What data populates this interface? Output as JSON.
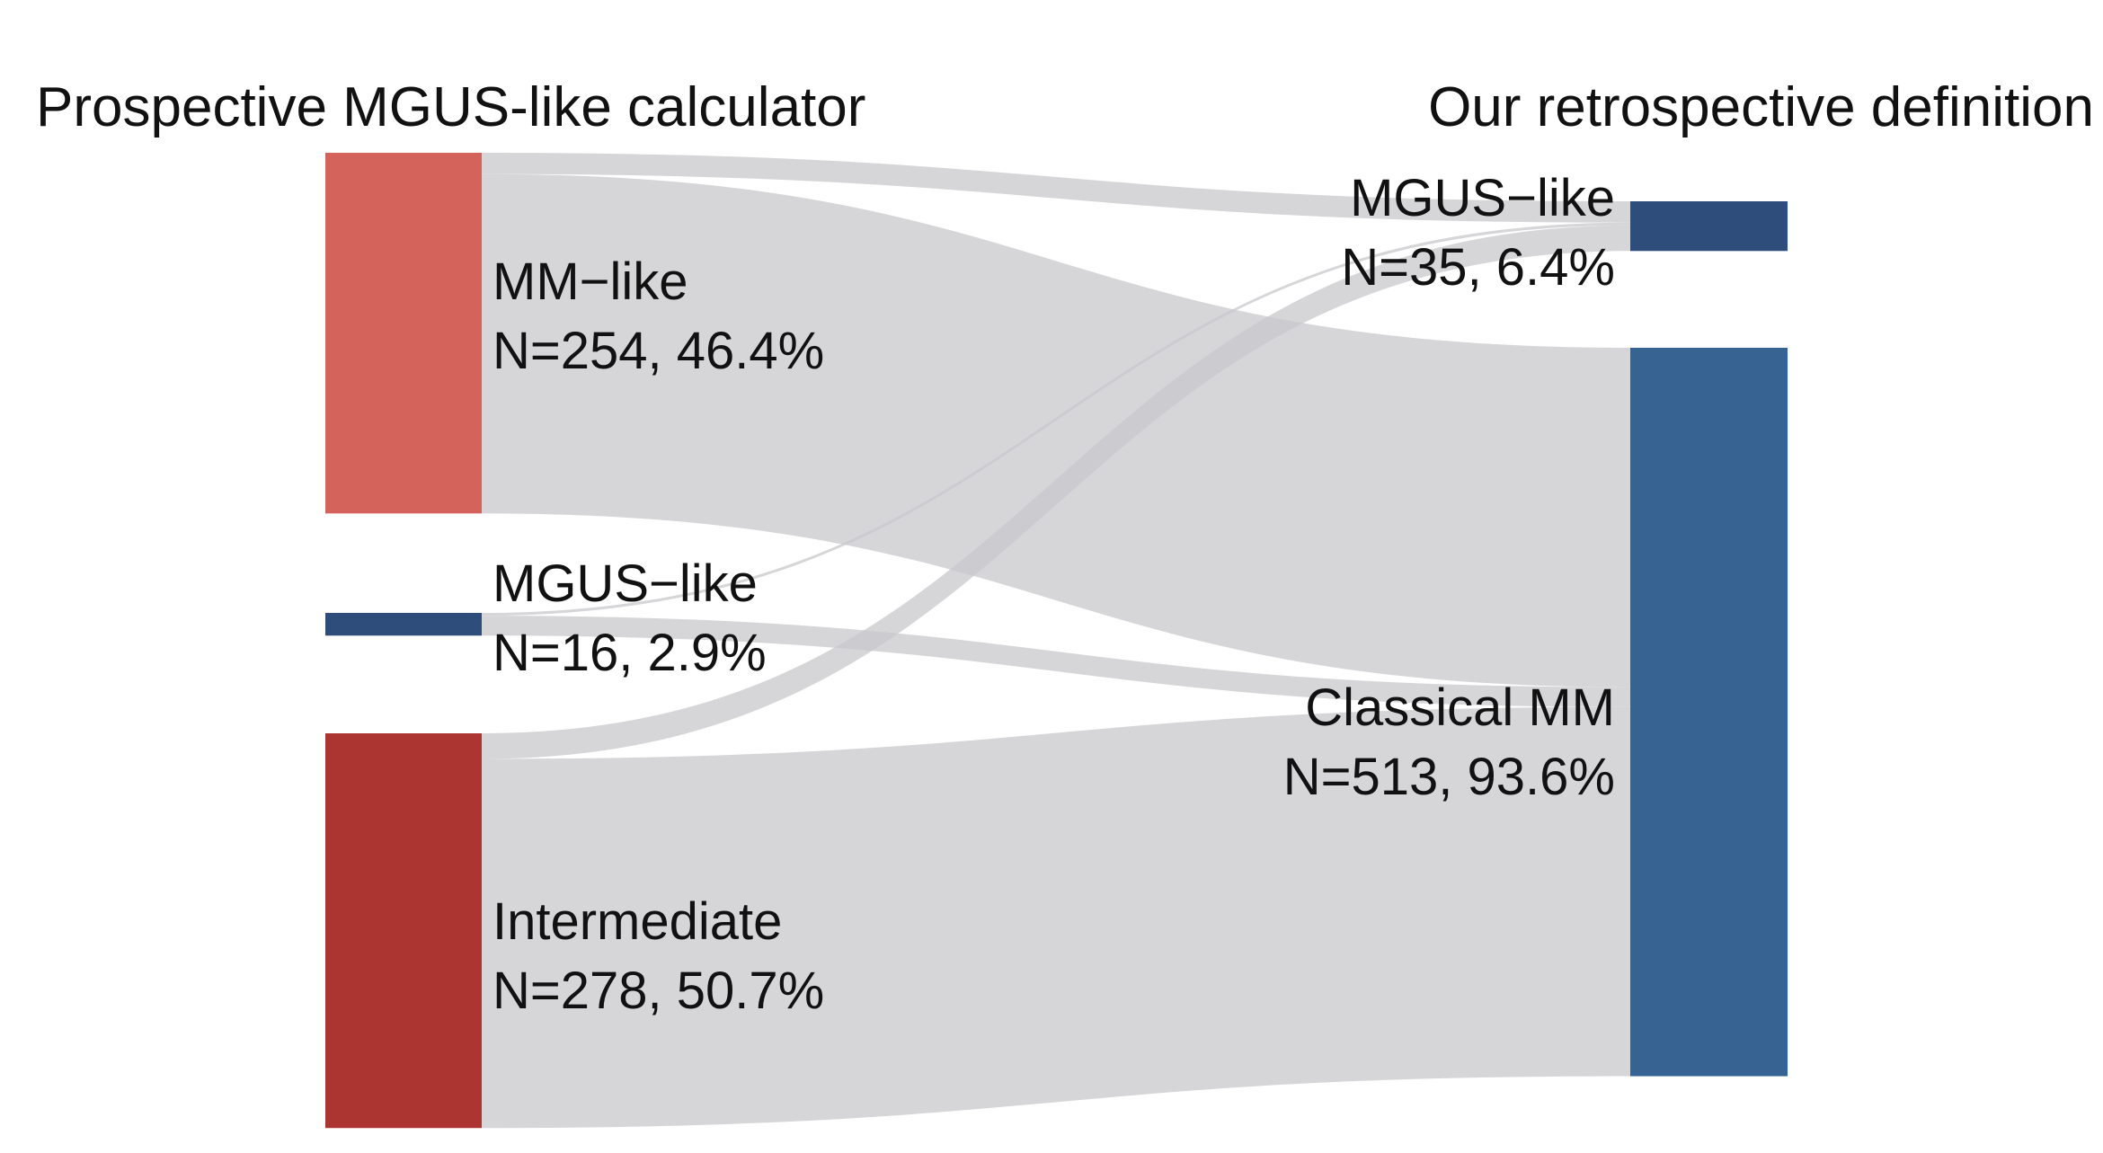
{
  "chart_data": {
    "type": "sankey",
    "left_title": "Prospective MGUS-like calculator",
    "right_title": "Our retrospective definition",
    "left_nodes": [
      {
        "id": "mm",
        "name": "MM−like",
        "stat": "N=254, 46.4%",
        "value": 254,
        "color": "#d4635b"
      },
      {
        "id": "mgus",
        "name": "MGUS−like",
        "stat": "N=16, 2.9%",
        "value": 16,
        "color": "#2e4d7b"
      },
      {
        "id": "inter",
        "name": "Intermediate",
        "stat": "N=278, 50.7%",
        "value": 278,
        "color": "#ac3431"
      }
    ],
    "right_nodes": [
      {
        "id": "rmgus",
        "name": "MGUS−like",
        "stat": "N=35, 6.4%",
        "value": 35,
        "color": "#2e4d7b"
      },
      {
        "id": "classical",
        "name": "Classical MM",
        "stat": "N=513, 93.6%",
        "value": 513,
        "color": "#366392"
      }
    ],
    "flows": [
      {
        "source": "mm",
        "target": "rmgus",
        "value": 15
      },
      {
        "source": "mm",
        "target": "classical",
        "value": 239
      },
      {
        "source": "mgus",
        "target": "rmgus",
        "value": 2
      },
      {
        "source": "mgus",
        "target": "classical",
        "value": 14
      },
      {
        "source": "inter",
        "target": "rmgus",
        "value": 18
      },
      {
        "source": "inter",
        "target": "classical",
        "value": 260
      }
    ],
    "flow_color": "#c8c8cc"
  }
}
